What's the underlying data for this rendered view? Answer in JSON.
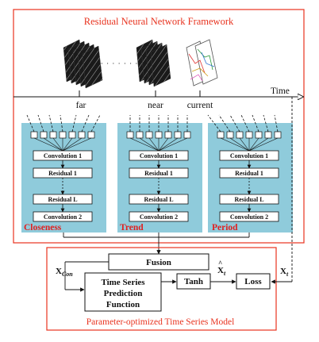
{
  "framework_title": "Residual Neural Network Framework",
  "time_axis": {
    "label": "Time",
    "far": "far",
    "near": "near",
    "current": "current",
    "ellipsis": "· · · · · · · ·"
  },
  "panels": [
    {
      "name": "Closeness",
      "conv1": "Convolution 1",
      "res1": "Residual 1",
      "resL": "Residual L",
      "conv2": "Convolution 2"
    },
    {
      "name": "Trend",
      "conv1": "Convolution 1",
      "res1": "Residual 1",
      "resL": "Residual L",
      "conv2": "Convolution 2"
    },
    {
      "name": "Period",
      "conv1": "Convolution 1",
      "res1": "Residual 1",
      "resL": "Residual L",
      "conv2": "Convolution 2"
    }
  ],
  "model": {
    "fusion": "Fusion",
    "x_con_main": "X",
    "x_con_sub": "Con",
    "tsp_line1": "Time Series",
    "tsp_line2": "Prediction",
    "tsp_line3": "Function",
    "tanh": "Tanh",
    "xhat_main": "X",
    "xhat_sub": "t",
    "loss": "Loss",
    "xt_main": "X",
    "xt_sub": "t",
    "title": "Parameter-optimized Time Series Model"
  },
  "colors": {
    "frame_red": "#e8331f",
    "panel_fill": "#8fcbdb",
    "label_red": "#e02020"
  }
}
